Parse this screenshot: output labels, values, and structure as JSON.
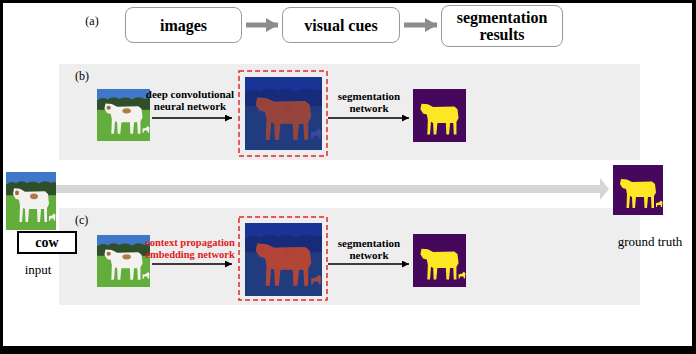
{
  "diagram": {
    "nodes": [
      {
        "text": [
          "images"
        ]
      },
      {
        "text": [
          "visual cues"
        ]
      },
      {
        "text": [
          "segmentation results"
        ]
      },
      {
        "text": [
          "(b)"
        ]
      },
      {
        "text": [
          "cow"
        ]
      },
      {
        "text": [
          "(c)"
        ]
      }
    ],
    "edges": [
      {
        "from": 0,
        "to": 1,
        "arrow": "to"
      },
      {
        "from": 1,
        "to": 2,
        "arrow": "to"
      }
    ],
    "labels": [
      "(a)",
      "deep convolutional neural network",
      "segmentation network",
      "input",
      "context propagation embedding network",
      "segmentation network",
      "ground truth"
    ]
  }
}
